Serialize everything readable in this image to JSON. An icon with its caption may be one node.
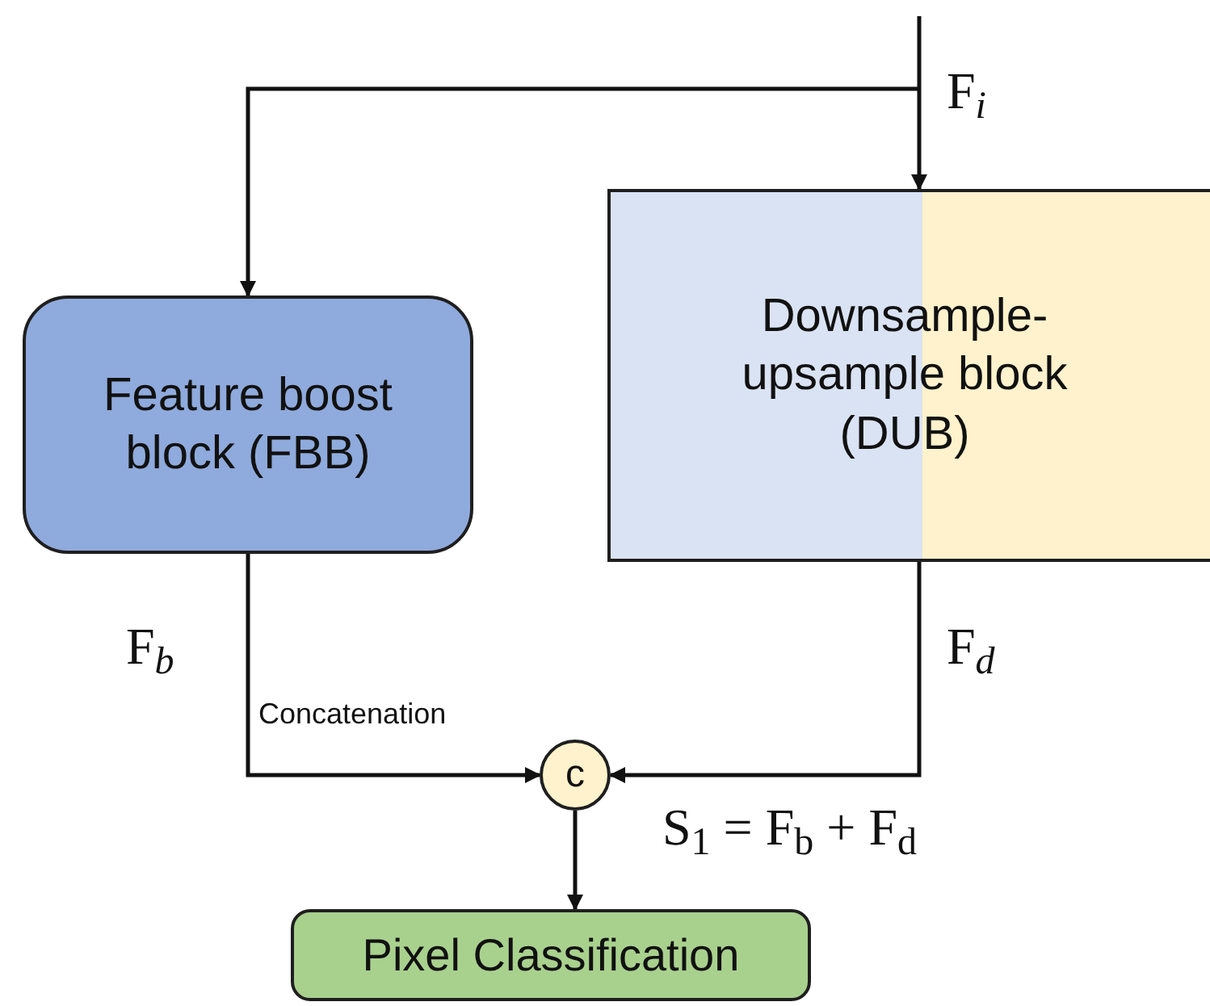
{
  "diagram": {
    "nodes": [
      {
        "text": [
          "Feature boost block (FBB)"
        ]
      },
      {
        "text": [
          "Downsample-upsample block (DUB)"
        ]
      },
      {
        "text": [
          "c"
        ],
        "beside": [
          "Concatenation"
        ]
      },
      {
        "text": [
          "Pixel Classification"
        ]
      }
    ],
    "edges": [
      {
        "from": null,
        "to": 1,
        "arrow": "to",
        "label": "F$_{i}$"
      },
      {
        "from": null,
        "to": 0,
        "arrow": "to"
      },
      {
        "from": 0,
        "to": 2,
        "arrow": "to",
        "label": "F$_{b}$"
      },
      {
        "from": 1,
        "to": 2,
        "arrow": "to",
        "label": "F$_{d}$"
      },
      {
        "from": 2,
        "to": 3,
        "arrow": "to"
      }
    ],
    "labels": [
      "S$_{1}$ = F$_{b}$ + F$_{d}$"
    ]
  }
}
